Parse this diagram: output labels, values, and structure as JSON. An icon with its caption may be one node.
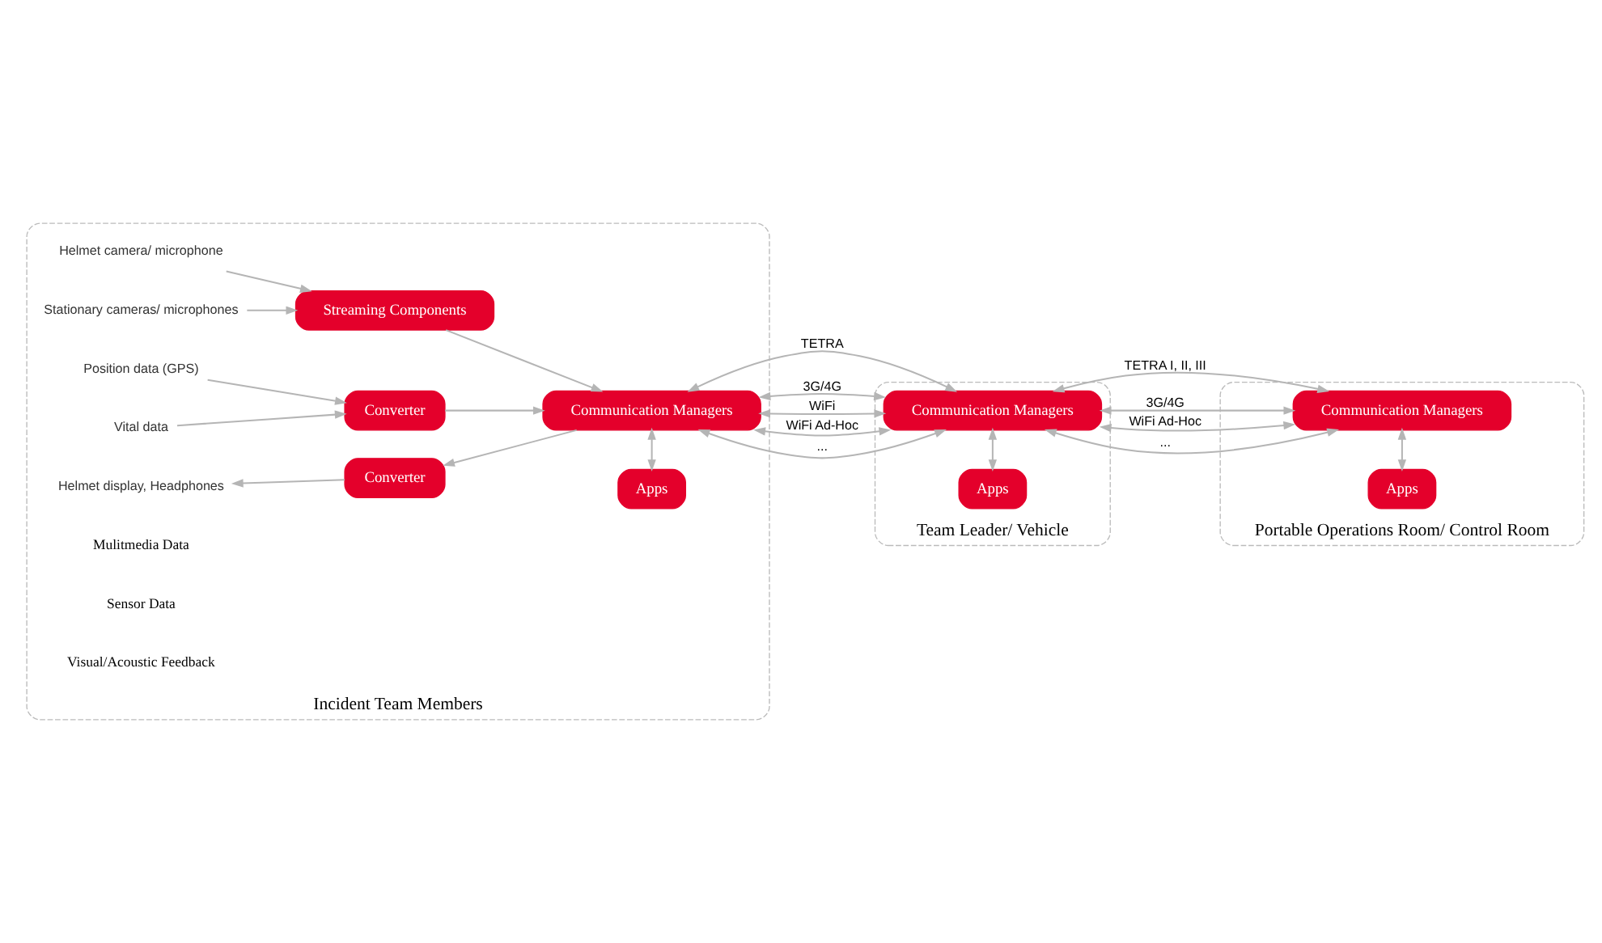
{
  "diagram": {
    "nodes": [
      {
        "text": [
          "Incident Team Members"
        ]
      },
      {
        "text": [
          "Helmet camera/ microphone"
        ],
        "in": 0
      },
      {
        "text": [
          "Stationary cameras/ microphones"
        ],
        "in": 0
      },
      {
        "text": [
          "Position data (GPS)"
        ],
        "in": 0
      },
      {
        "text": [
          "Vital data"
        ],
        "in": 0
      },
      {
        "text": [
          "Helmet display, Headphones"
        ],
        "in": 0
      },
      {
        "text": [
          "Streaming Components"
        ],
        "in": 0
      },
      {
        "text": [
          "Converter"
        ],
        "in": 0
      },
      {
        "text": [
          "Converter"
        ],
        "in": 0
      },
      {
        "text": [
          "Apps"
        ],
        "in": 0
      },
      {
        "text": [
          "Communication Managers"
        ],
        "in": 0
      },
      {
        "text": [
          "Team Leader/ Vehicle"
        ]
      },
      {
        "text": [
          "Apps"
        ],
        "in": 11
      },
      {
        "text": [
          "Communication Managers"
        ],
        "in": 11
      },
      {
        "text": [
          "Portable Operations Room/ Control Room"
        ]
      },
      {
        "text": [
          "Apps"
        ],
        "in": 14
      },
      {
        "text": [
          "Communication Managers"
        ],
        "in": 14
      }
    ],
    "edges": [
      {
        "from": 1,
        "to": 6,
        "arrow": "to"
      },
      {
        "from": 2,
        "to": 6,
        "arrow": "to"
      },
      {
        "from": 3,
        "to": 7,
        "arrow": "to"
      },
      {
        "from": 4,
        "to": 7,
        "arrow": "to"
      },
      {
        "from": 8,
        "to": 5,
        "arrow": "to"
      },
      {
        "from": 6,
        "to": 10,
        "arrow": "to"
      },
      {
        "from": 7,
        "to": 10,
        "arrow": "to"
      },
      {
        "from": 10,
        "to": 8,
        "arrow": "to"
      },
      {
        "from": 9,
        "to": 10,
        "arrow": "both"
      },
      {
        "from": 10,
        "to": 13,
        "label": "TETRA",
        "arrow": "both"
      },
      {
        "from": 10,
        "to": 13,
        "label": "3G/4G",
        "arrow": "both"
      },
      {
        "from": 10,
        "to": 13,
        "label": "WiFi",
        "arrow": "both"
      },
      {
        "from": 10,
        "to": 13,
        "label": "WiFi Ad-Hoc",
        "arrow": "both"
      },
      {
        "from": 10,
        "to": 13,
        "label": "...",
        "arrow": "both"
      },
      {
        "from": 12,
        "to": 13,
        "arrow": "both"
      },
      {
        "from": 13,
        "to": 16,
        "label": "TETRA I, II, III",
        "arrow": "both"
      },
      {
        "from": 13,
        "to": 16,
        "label": "3G/4G",
        "arrow": "both"
      },
      {
        "from": 13,
        "to": 16,
        "label": "WiFi Ad-Hoc",
        "arrow": "both"
      },
      {
        "from": 13,
        "to": 16,
        "label": "...",
        "arrow": "both"
      },
      {
        "from": 15,
        "to": 16,
        "arrow": "both"
      }
    ],
    "labels": [
      "Mulitmedia Data",
      "Sensor Data",
      "Visual/Acoustic Feedback"
    ]
  }
}
